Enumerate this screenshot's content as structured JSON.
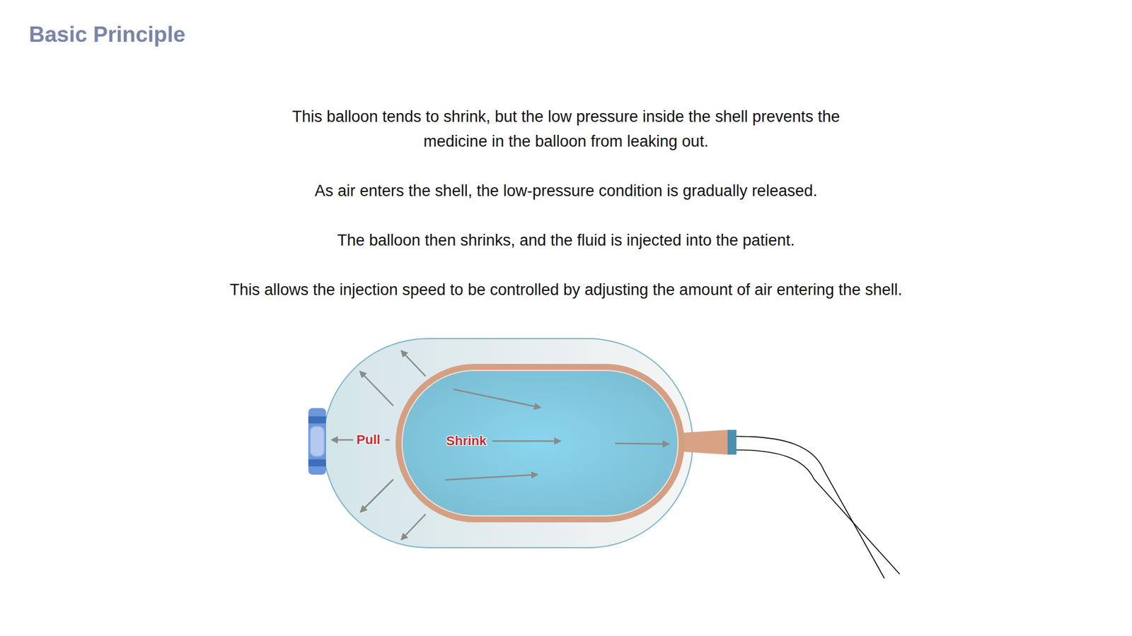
{
  "diagram": {
    "title": "Basic Principle",
    "nodes": [
      {
        "text": [
          "Pull"
        ]
      },
      {
        "text": [
          "Shrink"
        ],
        "in": 0
      }
    ],
    "labels": [
      "This balloon tends to shrink, but the low pressure inside the shell prevents the medicine in the balloon from leaking out.",
      "As air enters the shell, the low-pressure condition is gradually released.",
      "The balloon then shrinks, and the fluid is injected into the patient.",
      "This allows the injection speed to be controlled by adjusting the amount of air entering the shell."
    ]
  }
}
